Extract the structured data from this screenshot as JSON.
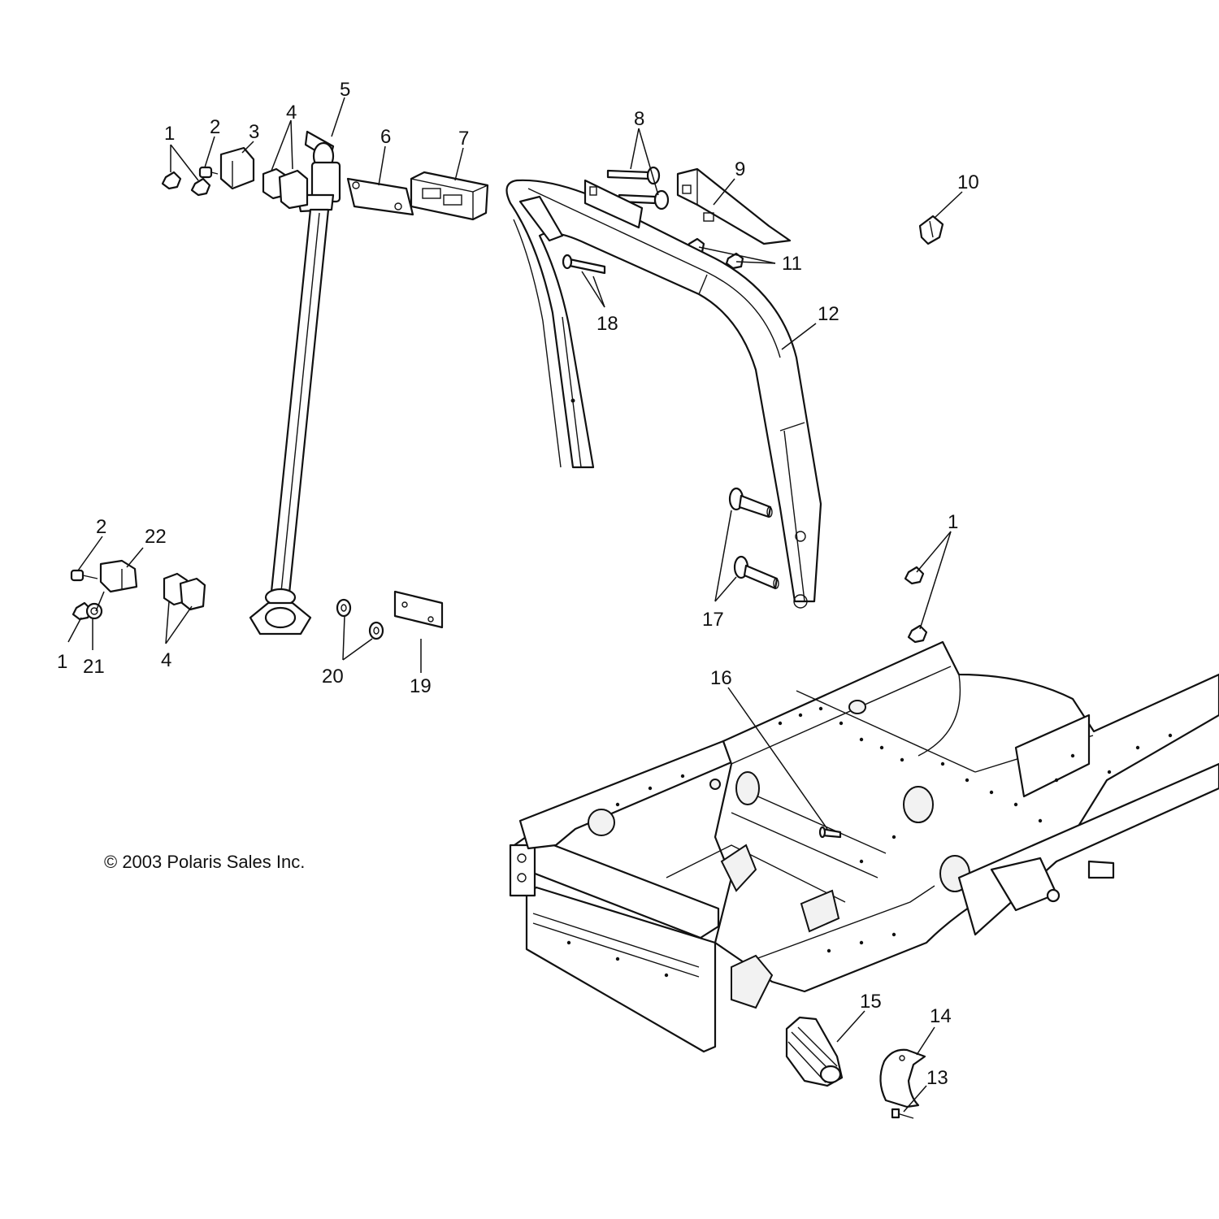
{
  "copyright": "© 2003 Polaris Sales Inc.",
  "callouts": {
    "c1a": "1",
    "c2a": "2",
    "c3": "3",
    "c4a": "4",
    "c5": "5",
    "c6": "6",
    "c7": "7",
    "c8": "8",
    "c9": "9",
    "c10": "10",
    "c11": "11",
    "c12": "12",
    "c18": "18",
    "c2b": "2",
    "c22": "22",
    "c1b": "1",
    "c21": "21",
    "c4b": "4",
    "c20": "20",
    "c19": "19",
    "c17": "17",
    "c1c": "1",
    "c16": "16",
    "c15": "15",
    "c14": "14",
    "c13": "13"
  }
}
